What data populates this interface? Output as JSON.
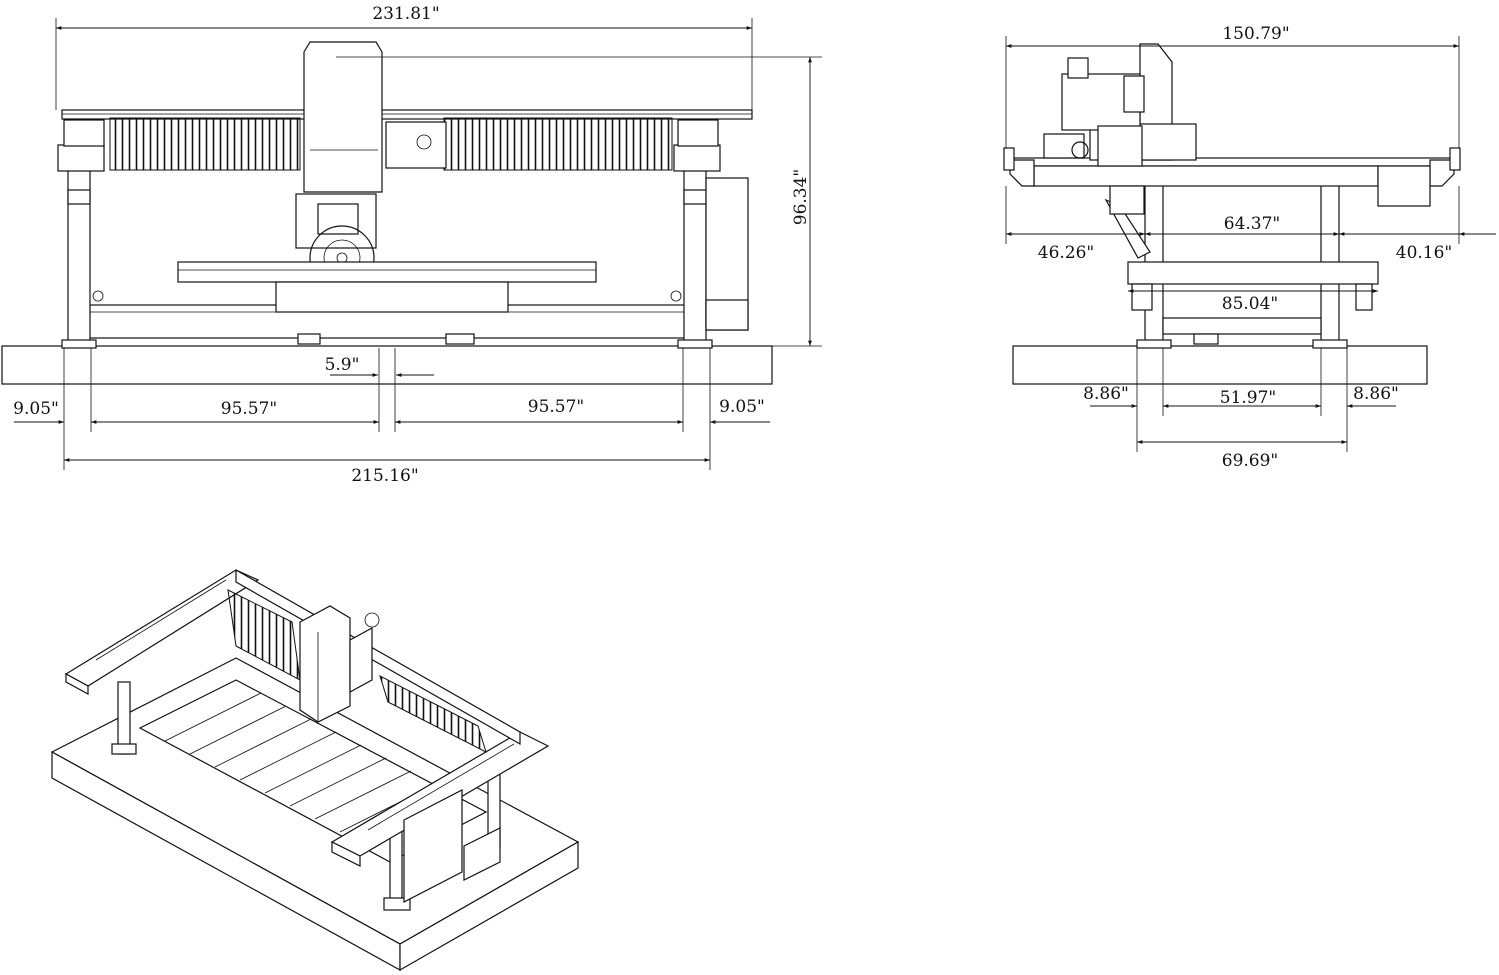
{
  "front_view": {
    "overall_width": "231.81\"",
    "height": "96.34\"",
    "leg_offset": "5.9\"",
    "left_outer": "9.05\"",
    "left_span": "95.57\"",
    "right_span": "95.57\"",
    "right_outer": "9.05\"",
    "base_width": "215.16\""
  },
  "side_view": {
    "overall_width": "150.79\"",
    "left_overhang": "46.26\"",
    "center_span": "64.37\"",
    "right_overhang": "40.16\"",
    "table_width": "85.04\"",
    "left_leg": "8.86\"",
    "leg_span": "51.97\"",
    "right_leg": "8.86\"",
    "base_width": "69.69\""
  },
  "colors": {
    "line": "#111111",
    "background": "#ffffff"
  }
}
